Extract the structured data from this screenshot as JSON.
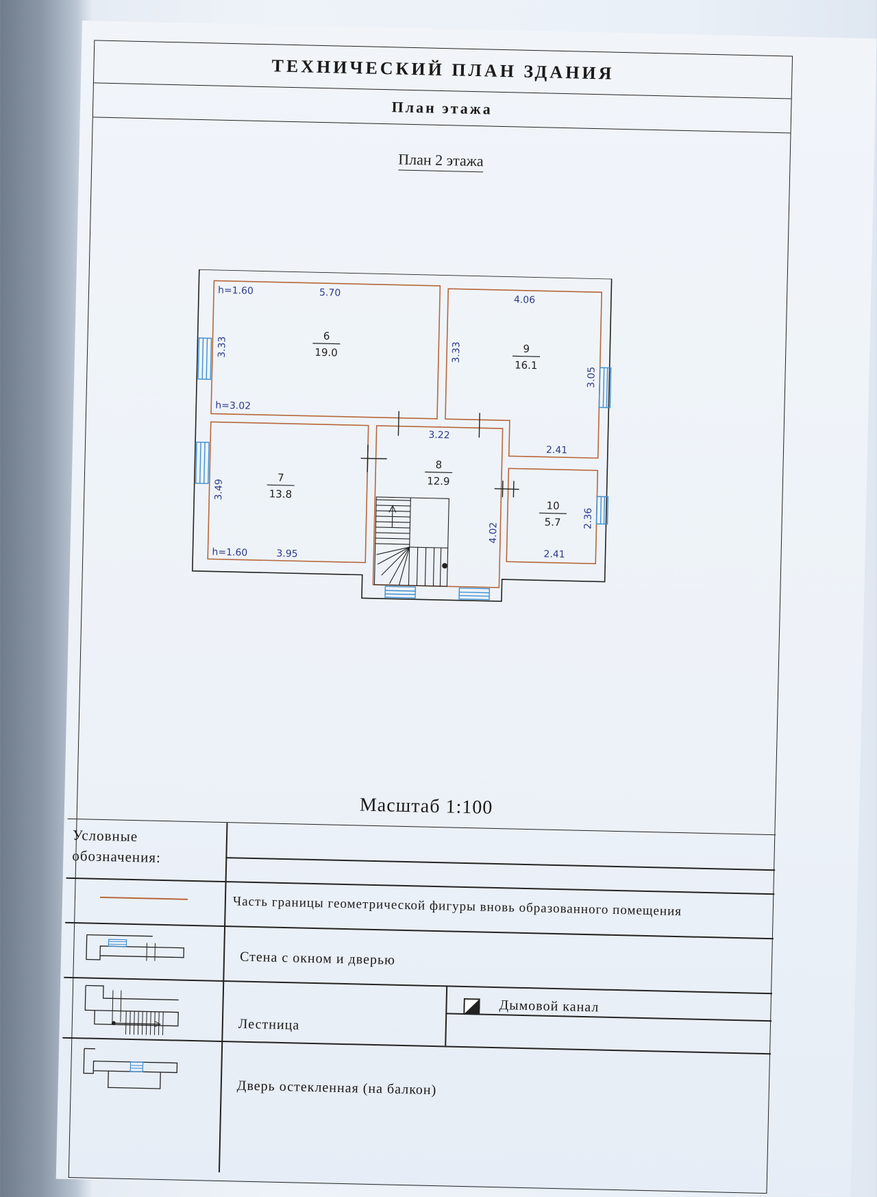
{
  "document": {
    "title": "ТЕХНИЧЕСКИЙ ПЛАН ЗДАНИЯ",
    "subtitle": "План этажа",
    "plan_heading": "План 2 этажа",
    "scale": "Масштаб 1:100"
  },
  "plan": {
    "rooms": [
      {
        "id": "6",
        "area": "19.0"
      },
      {
        "id": "7",
        "area": "13.8"
      },
      {
        "id": "8",
        "area": "12.9"
      },
      {
        "id": "9",
        "area": "16.1"
      },
      {
        "id": "10",
        "area": "5.7"
      }
    ],
    "dimensions": {
      "r6_top": "5.70",
      "r6_left": "3.33",
      "r6_h_top": "h=1.60",
      "r6_h_bottom": "h=3.02",
      "r9_top": "4.06",
      "r9_left": "3.33",
      "r9_right": "3.05",
      "r9_bottom": "2.41",
      "r8_top": "3.22",
      "r8_right": "4.02",
      "r7_left": "3.49",
      "r7_bottom": "3.95",
      "r7_h": "h=1.60",
      "r10_right": "2.36",
      "r10_bottom": "2.41"
    },
    "colors": {
      "room_border": "#b8663a",
      "window": "#3f8fd0",
      "wall": "#222222",
      "label": "#2f3a8a"
    }
  },
  "legend": {
    "heading": "Условные обозначения:",
    "items": [
      {
        "label": "Часть границы геометрической фигуры вновь образованного помещения",
        "icon": "orange-boundary-line-icon"
      },
      {
        "label": "Стена с окном и дверью",
        "icon": "wall-window-door-icon"
      },
      {
        "label": "Лестница",
        "icon": "staircase-icon"
      },
      {
        "label": "Дымовой канал",
        "icon": "chimney-icon"
      },
      {
        "label": "Дверь остекленная (на балкон)",
        "icon": "glazed-door-icon"
      }
    ]
  }
}
